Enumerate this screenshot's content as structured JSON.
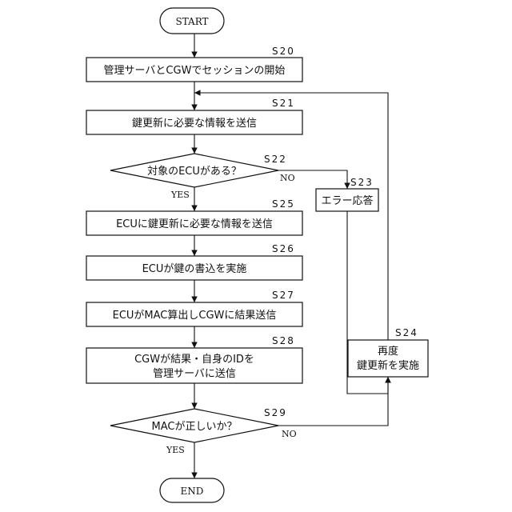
{
  "flowchart": {
    "start": "START",
    "end": "END",
    "steps": {
      "s20": {
        "id": "S20",
        "text": "管理サーバとCGWでセッションの開始"
      },
      "s21": {
        "id": "S21",
        "text": "鍵更新に必要な情報を送信"
      },
      "s22": {
        "id": "S22",
        "text": "対象のECUがある？"
      },
      "s23": {
        "id": "S23",
        "text": "エラー応答"
      },
      "s25": {
        "id": "S25",
        "text": "ECUに鍵更新に必要な情報を送信"
      },
      "s26": {
        "id": "S26",
        "text": "ECUが鍵の書込を実施"
      },
      "s27": {
        "id": "S27",
        "text": "ECUがMAC算出しCGWに結果送信"
      },
      "s28": {
        "id": "S28",
        "line1": "CGWが結果・自身のIDを",
        "line2": "管理サーバに送信"
      },
      "s24": {
        "id": "S24",
        "line1": "再度",
        "line2": "鍵更新を実施"
      },
      "s29": {
        "id": "S29",
        "text": "MACが正しいか？"
      }
    },
    "labels": {
      "yes_s22": "YES",
      "no_s22": "NO",
      "yes_s29": "YES",
      "no_s29": "NO"
    }
  }
}
